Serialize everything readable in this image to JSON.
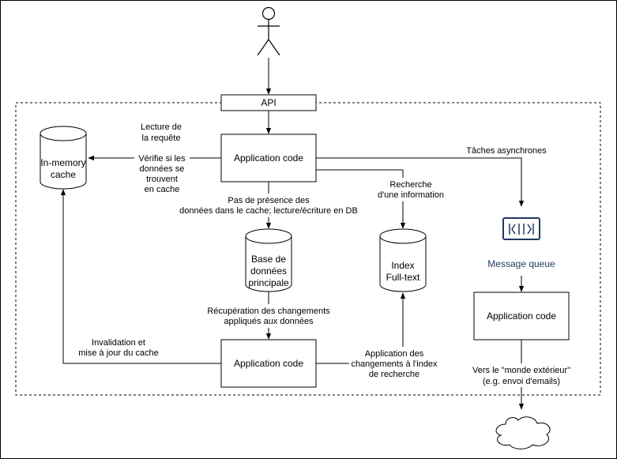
{
  "api": "API",
  "app_main": "Application code",
  "app_bottom": "Application code",
  "app_right": "Application code",
  "cache_l1": "In-memory",
  "cache_l2": "cache",
  "db_l1": "Base de",
  "db_l2": "données",
  "db_l3": "principale",
  "idx_l1": "Index",
  "idx_l2": "Full-text",
  "queue_label": "Message queue",
  "lecture_l1": "Lecture de",
  "lecture_l2": "la requête",
  "verif_l1": "Vérifie si les",
  "verif_l2": "données se",
  "verif_l3": "trouvent",
  "verif_l4": "en cache",
  "absence_l1": "Pas de présence des",
  "absence_l2": "données dans le cache; lecture/écriture en DB",
  "recherche_l1": "Recherche",
  "recherche_l2": "d'une information",
  "taches": "Tâches asynchrones",
  "recup_l1": "Récupération des changements",
  "recup_l2": "appliqués aux données",
  "inval_l1": "Invalidation et",
  "inval_l2": "mise à jour du cache",
  "applic_l1": "Application des",
  "applic_l2": "changements à l'index",
  "applic_l3": "de recherche",
  "vers_l1": "Vers le \"monde extérieur\"",
  "vers_l2": "(e.g. envoi d'emails)",
  "colors": {
    "stroke": "#000000",
    "queue_icon": "#1f3a5f",
    "queue_text": "#1f3a5f"
  },
  "icons": [
    "actor-icon",
    "queue-icon",
    "cloud-icon"
  ]
}
